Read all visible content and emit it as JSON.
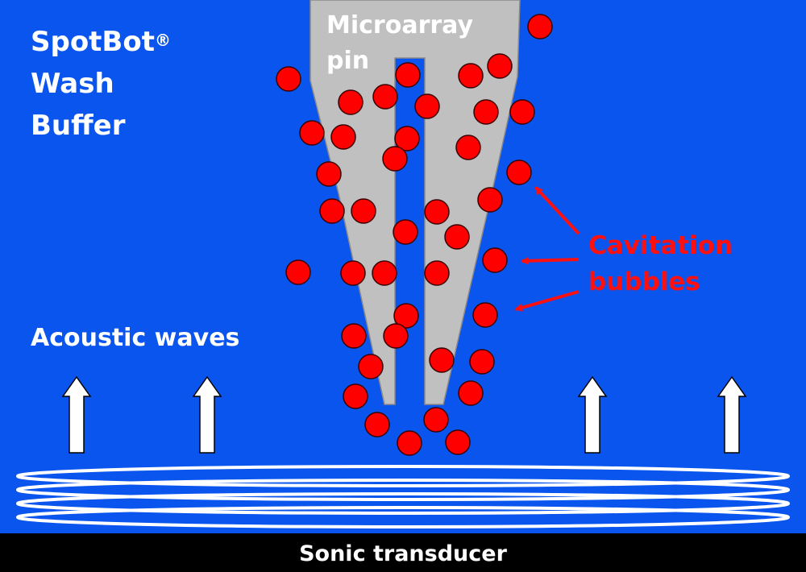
{
  "title": {
    "line1": "SpotBot",
    "reg_mark": "®",
    "line2": "Wash",
    "line3": "Buffer"
  },
  "pin_label": {
    "line1": "Microarray",
    "line2": "pin"
  },
  "bubbles_label": {
    "line1": "Cavitation",
    "line2": "bubbles"
  },
  "acoustic_label": "Acoustic waves",
  "transducer_label": "Sonic transducer",
  "colors": {
    "background": "#0a55ee",
    "pin": "#c0c0c0",
    "bubble": "#ff0000",
    "bubble_label": "#ff1010",
    "wave_rings": "#ffffff",
    "arrows": "#ffffff",
    "transducer_bar": "#000000"
  },
  "icons": {
    "upward_arrows": "arrow-up-icon",
    "bubble_pointers": "arrow-pointer-icon"
  }
}
